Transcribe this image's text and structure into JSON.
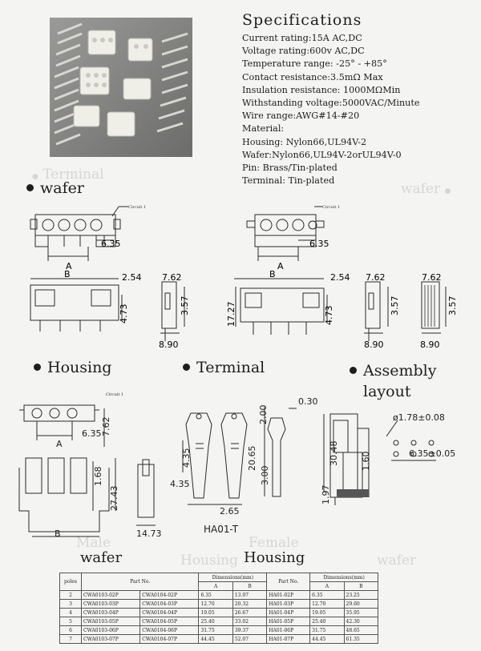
{
  "specifications": {
    "title": "Specifications",
    "lines": [
      "Current rating:15A AC,DC",
      "Voltage rating:600v AC,DC",
      "Temperature range: -25°  -  +85°",
      "Contact resistance:3.5mΩ Max",
      "Insulation resistance: 1000MΩMin",
      "Withstanding voltage:5000VAC/Minute",
      "Wire range:AWG#14-#20",
      "Material:",
      "Housing: Nylon66,UL94V-2",
      "Wafer:Nylon66,UL94V-2orUL94V-0",
      "Pin: Brass/Tin-plated",
      "Terminal: Tin-plated"
    ]
  },
  "sections": {
    "wafer": "wafer",
    "housing": "Housing",
    "terminal": "Terminal",
    "assembly_line1": "Assembly",
    "assembly_line2": "layout"
  },
  "ghost_text": {
    "terminal": "Terminal",
    "wafer": "wafer",
    "housing": "Housing",
    "female": "Female",
    "male": "Male"
  },
  "drawings": {
    "circuit_label": "Circuit 1",
    "wafer": {
      "a": "A",
      "pitch": "6.35",
      "b": "B",
      "w1": "2.54",
      "w2": "7.62",
      "h1": "4.73",
      "h2": "3.57",
      "d1": "8.90",
      "h3": "17.27"
    },
    "housing": {
      "a": "A",
      "pitch": "6.35",
      "w": "7.62",
      "h1": "1.68",
      "h2": "27.43",
      "b": "B",
      "d": "14.73"
    },
    "terminal": {
      "top": "0.30",
      "h1": "2.00",
      "h2": "4.35",
      "w1": "4.35",
      "h3": "20.65",
      "h4": "3.00",
      "w2": "2.65",
      "model": "HA01-T"
    },
    "assembly": {
      "hole": "ø1.78±0.08",
      "h1": "30.48",
      "h2": "1.60",
      "h3": "1.97",
      "pitch": "6.35±0.05"
    }
  },
  "table": {
    "title_left": "wafer",
    "title_right": "Housing",
    "headers": {
      "poles": "poles",
      "part_no": "Part No.",
      "dimensions": "Dimensions(mm)",
      "a": "A",
      "b": "B"
    },
    "rows": [
      {
        "poles": "2",
        "p1": "CWA0103-02P",
        "p2": "CWA0104-02P",
        "a1": "6.35",
        "b1": "13.97",
        "h": "HA01-02P",
        "a2": "6.35",
        "b2": "23.25"
      },
      {
        "poles": "3",
        "p1": "CWA0103-03P",
        "p2": "CWA0104-03P",
        "a1": "12.70",
        "b1": "20.32",
        "h": "HA01-03P",
        "a2": "12.70",
        "b2": "29.60"
      },
      {
        "poles": "4",
        "p1": "CWA0103-04P",
        "p2": "CWA0104-04P",
        "a1": "19.05",
        "b1": "26.67",
        "h": "HA01-04P",
        "a2": "19.05",
        "b2": "35.95"
      },
      {
        "poles": "5",
        "p1": "CWA0103-05P",
        "p2": "CWA0104-05P",
        "a1": "25.40",
        "b1": "33.02",
        "h": "HA01-05P",
        "a2": "25.40",
        "b2": "42.30"
      },
      {
        "poles": "6",
        "p1": "CWA0103-06P",
        "p2": "CWA0104-06P",
        "a1": "31.75",
        "b1": "39.37",
        "h": "HA01-06P",
        "a2": "31.75",
        "b2": "48.65"
      },
      {
        "poles": "7",
        "p1": "CWA0103-07P",
        "p2": "CWA0104-07P",
        "a1": "44.45",
        "b1": "52.07",
        "h": "HA01-07P",
        "a2": "44.45",
        "b2": "61.35"
      }
    ]
  },
  "colors": {
    "background": "#f4f4f2",
    "ink": "#1e1e1e",
    "photo": "#7d7d7b",
    "ghost": "#d6d6d6"
  }
}
